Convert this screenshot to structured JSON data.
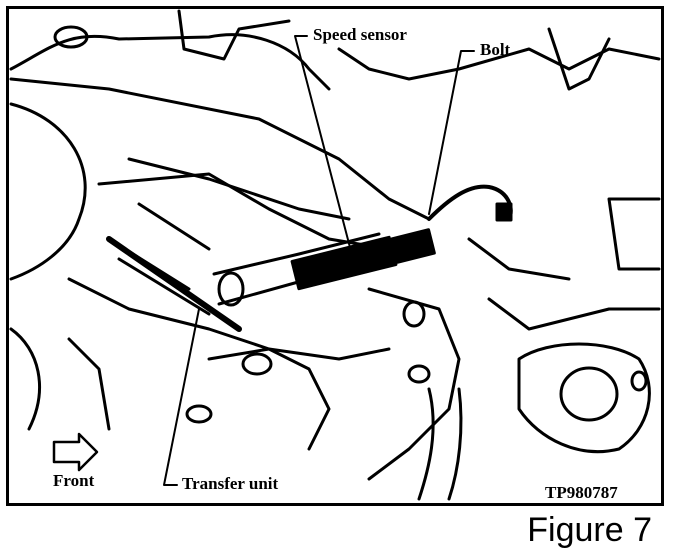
{
  "labels": {
    "speed_sensor": "Speed sensor",
    "bolt": "Bolt",
    "transfer_unit": "Transfer unit",
    "front": "Front",
    "code": "TP980787"
  },
  "caption": "Figure 7"
}
